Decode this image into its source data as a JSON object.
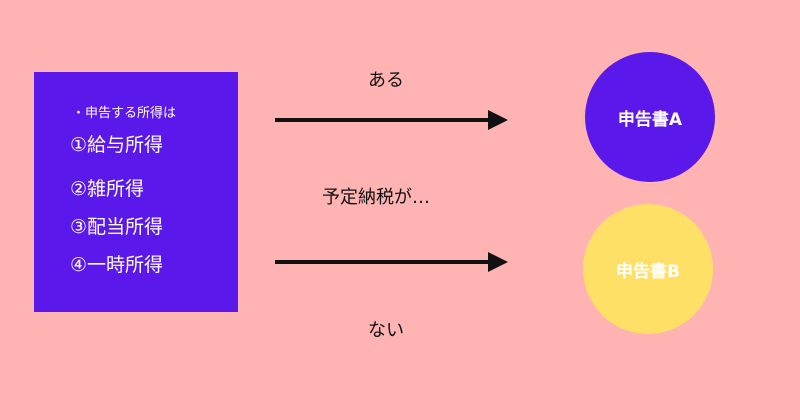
{
  "income_box": {
    "heading": "・申告する所得は",
    "items": [
      "①給与所得",
      "②雑所得",
      "③配当所得",
      "④一時所得"
    ],
    "color": "#5b18ea"
  },
  "labels": {
    "top": "ある",
    "middle": "予定納税が…",
    "bottom": "ない"
  },
  "results": [
    {
      "label": "申告書A",
      "color": "#5b18ea"
    },
    {
      "label": "申告書B",
      "color": "#ffe066"
    }
  ],
  "background": "#ffb3b3"
}
